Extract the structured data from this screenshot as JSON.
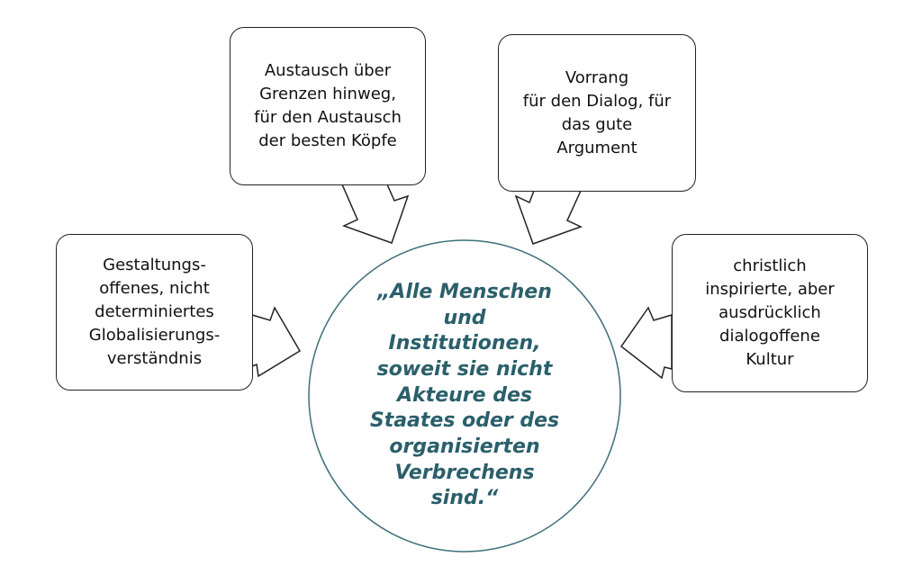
{
  "center": {
    "text": "„Alle Menschen\nund\nInstitutionen,\nsoweit sie nicht\nAkteure des\nStaates oder des\norganisierten\nVerbrechens\nsind.“"
  },
  "boxes": {
    "top_left": "Austausch über\nGrenzen hinweg,\nfür den Austausch\nder besten Köpfe",
    "top_right": "Vorrang\nfür den Dialog, für\ndas gute\nArgument",
    "left": "Gestaltungs-\noffenes, nicht\ndeterminiertes\nGlobalisierungs-\nverständnis",
    "right": "christlich\ninspirierte, aber\nausdrücklich\ndialogoffene\nKultur"
  },
  "colors": {
    "accent": "#2a5f6b",
    "border": "#222222"
  }
}
